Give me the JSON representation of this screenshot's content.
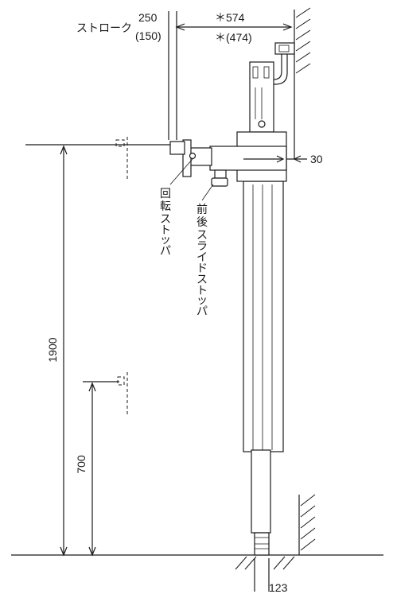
{
  "dimensions": {
    "stroke_label": "ストローク",
    "stroke_value": "250",
    "stroke_value_alt": "(150)",
    "reach": "＊574",
    "reach_alt": "＊(474)",
    "offset": "30",
    "height_upper": "1900",
    "height_lower": "700",
    "base_width": "123"
  },
  "callouts": {
    "rotation_stopper": [
      "回",
      "転",
      "ス",
      "ト",
      "ッ",
      "パ"
    ],
    "slide_stopper": [
      "前",
      "後",
      "ス",
      "ラ",
      "イ",
      "ド",
      "ス",
      "ト",
      "ッ",
      "パ"
    ]
  }
}
